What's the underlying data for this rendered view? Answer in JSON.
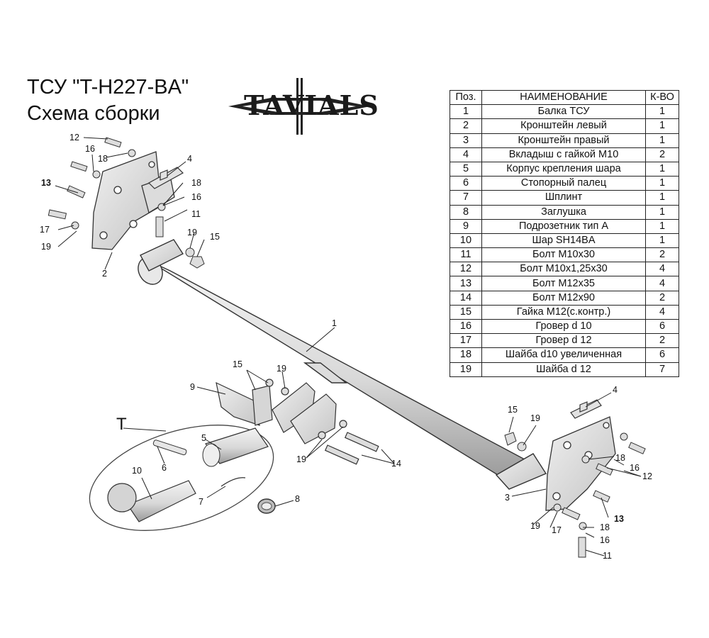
{
  "title": {
    "line1": "ТСУ \"T-H227-BA\"",
    "line2": "Схема сборки"
  },
  "logo": {
    "text": "TAVIALS"
  },
  "parts_table": {
    "headers": [
      "Поз.",
      "НАИМЕНОВАНИЕ",
      "К-ВО"
    ],
    "rows": [
      [
        "1",
        "Балка ТСУ",
        "1"
      ],
      [
        "2",
        "Кронштейн левый",
        "1"
      ],
      [
        "3",
        "Кронштейн правый",
        "1"
      ],
      [
        "4",
        "Вкладыш с гайкой М10",
        "2"
      ],
      [
        "5",
        "Корпус крепления шара",
        "1"
      ],
      [
        "6",
        "Стопорный палец",
        "1"
      ],
      [
        "7",
        "Шплинт",
        "1"
      ],
      [
        "8",
        "Заглушка",
        "1"
      ],
      [
        "9",
        "Подрозетник тип А",
        "1"
      ],
      [
        "10",
        "Шар SH14BA",
        "1"
      ],
      [
        "11",
        "Болт М10х30",
        "2"
      ],
      [
        "12",
        "Болт М10х1,25х30",
        "4"
      ],
      [
        "13",
        "Болт М12х35",
        "4"
      ],
      [
        "14",
        "Болт М12х90",
        "2"
      ],
      [
        "15",
        "Гайка М12(с.контр.)",
        "4"
      ],
      [
        "16",
        "Гровер d 10",
        "6"
      ],
      [
        "17",
        "Гровер d 12",
        "2"
      ],
      [
        "18",
        "Шайба d10 увеличенная",
        "6"
      ],
      [
        "19",
        "Шайба d 12",
        "7"
      ]
    ]
  },
  "callouts": {
    "c1": "1",
    "c2": "2",
    "c3": "3",
    "c4a": "4",
    "c4b": "4",
    "c5": "5",
    "c6": "6",
    "c7": "7",
    "c8": "8",
    "c9": "9",
    "c10": "10",
    "c11a": "11",
    "c11b": "11",
    "c12a": "12",
    "c12b": "12",
    "c13a": "13",
    "c13b": "13",
    "c14": "14",
    "c15a": "15",
    "c15b": "15",
    "c15c": "15",
    "c16a": "16",
    "c16b": "16",
    "c16c": "16",
    "c16d": "16",
    "c17a": "17",
    "c17b": "17",
    "c18a": "18",
    "c18b": "18",
    "c18c": "18",
    "c18d": "18",
    "c19a": "19",
    "c19b": "19",
    "c19c": "19",
    "c19d": "19",
    "c19e": "19",
    "c19f": "19",
    "cT": "T"
  }
}
